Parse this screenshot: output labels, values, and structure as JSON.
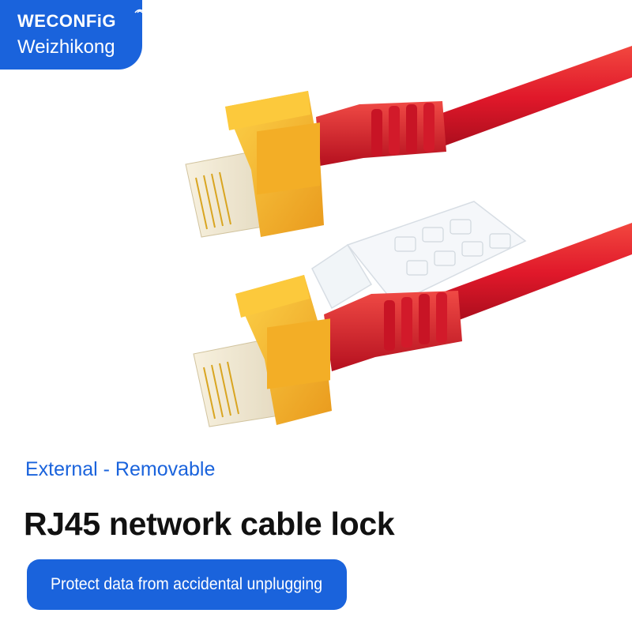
{
  "brand": {
    "logo_text": "WECONFiG",
    "name": "Weizhikong"
  },
  "product": {
    "feature": "External - Removable",
    "headline": "RJ45 network cable lock",
    "benefit": "Protect data from accidental unplugging"
  },
  "colors": {
    "brand_blue": "#1a63dc",
    "cable_red": "#e0182a",
    "lock_yellow": "#f5b82e",
    "headline_dark": "#111111"
  },
  "icons": [
    "wifi-mark-icon"
  ]
}
